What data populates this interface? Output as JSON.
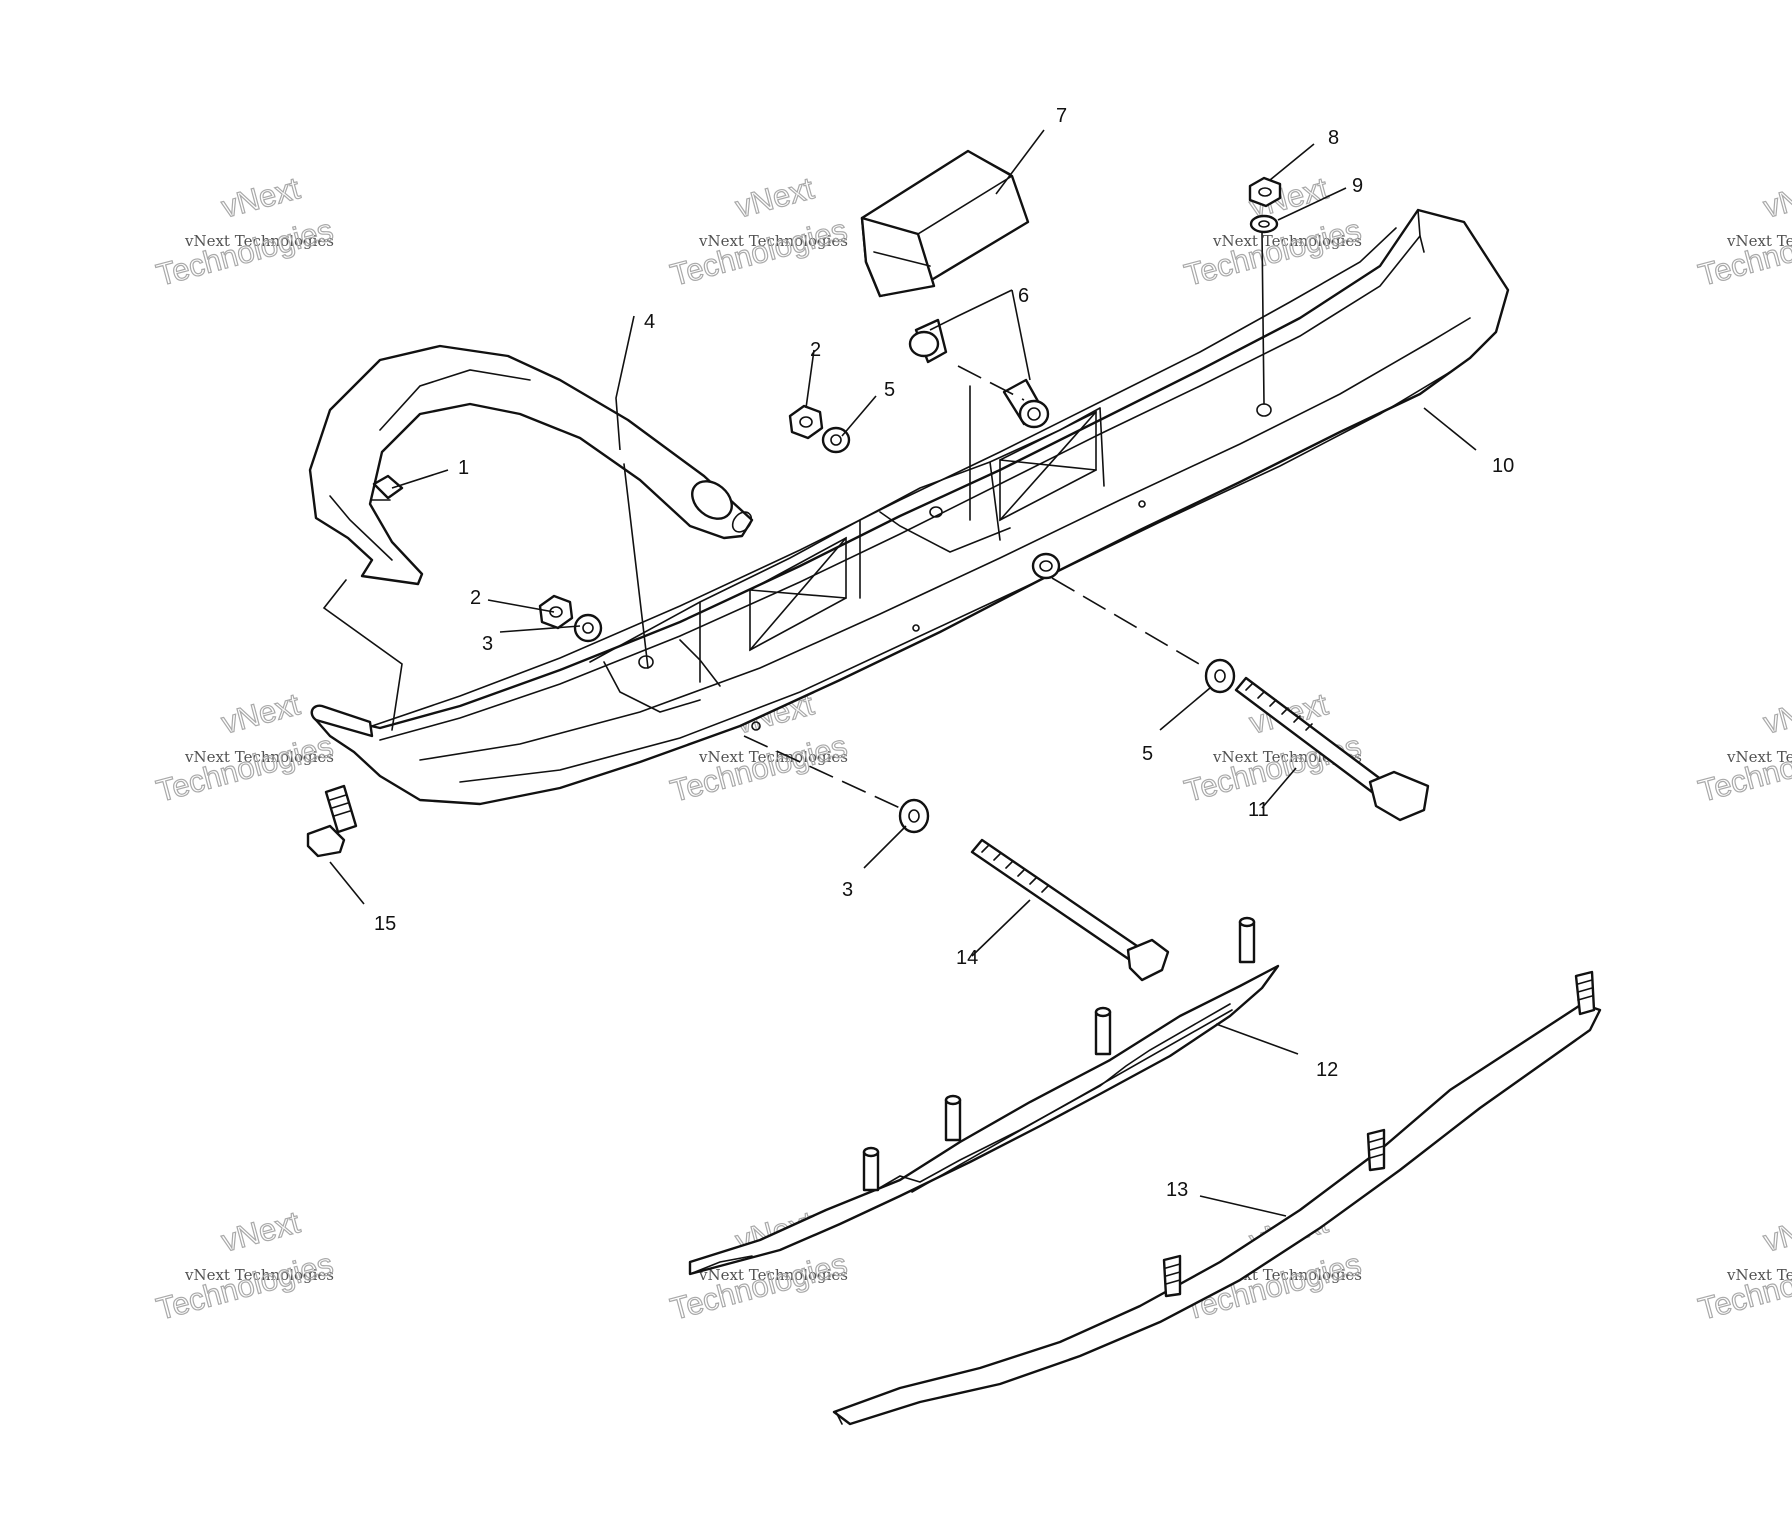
{
  "callouts": {
    "c1": "1",
    "c2a": "2",
    "c2b": "2",
    "c3a": "3",
    "c3b": "3",
    "c4": "4",
    "c5a": "5",
    "c5b": "5",
    "c6": "6",
    "c7": "7",
    "c8": "8",
    "c9": "9",
    "c10": "10",
    "c11": "11",
    "c12": "12",
    "c13": "13",
    "c14": "14",
    "c15": "15"
  },
  "watermark": {
    "brand": "vNext",
    "line": "vNext Technologies",
    "big": "Technologies"
  },
  "colors": {
    "ink": "#111111",
    "background": "#ffffff",
    "watermark": "#9a9a9a"
  }
}
